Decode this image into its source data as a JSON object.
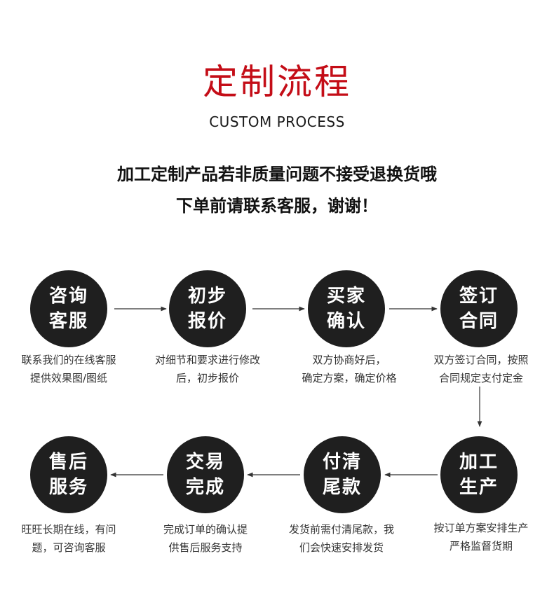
{
  "title": "定制流程",
  "subtitle": "CUSTOM PROCESS",
  "notice": {
    "line1": "加工定制产品若非质量问题不接受退换货哦",
    "line2": "下单前请联系客服，谢谢！"
  },
  "steps": [
    {
      "line1": "咨询",
      "line2": "客服",
      "desc1": "联系我们的在线客服",
      "desc2": "提供效果图/图纸"
    },
    {
      "line1": "初步",
      "line2": "报价",
      "desc1": "对细节和要求进行修改",
      "desc2": "后，初步报价"
    },
    {
      "line1": "买家",
      "line2": "确认",
      "desc1": "双方协商好后，",
      "desc2": "确定方案，确定价格"
    },
    {
      "line1": "签订",
      "line2": "合同",
      "desc1": "双方签订合同，按照",
      "desc2": "合同规定支付定金"
    },
    {
      "line1": "加工",
      "line2": "生产",
      "desc1": "按订单方案安排生产",
      "desc2": "严格监督货期"
    },
    {
      "line1": "付清",
      "line2": "尾款",
      "desc1": "发货前需付清尾款，我",
      "desc2": "们会快速安排发货"
    },
    {
      "line1": "交易",
      "line2": "完成",
      "desc1": "完成订单的确认提",
      "desc2": "供售后服务支持"
    },
    {
      "line1": "售后",
      "line2": "服务",
      "desc1": "旺旺长期在线，有问",
      "desc2": "题，可咨询客服"
    }
  ],
  "colors": {
    "title": "#c40d17",
    "circle": "#1f1f1f",
    "arrow": "#333333"
  }
}
